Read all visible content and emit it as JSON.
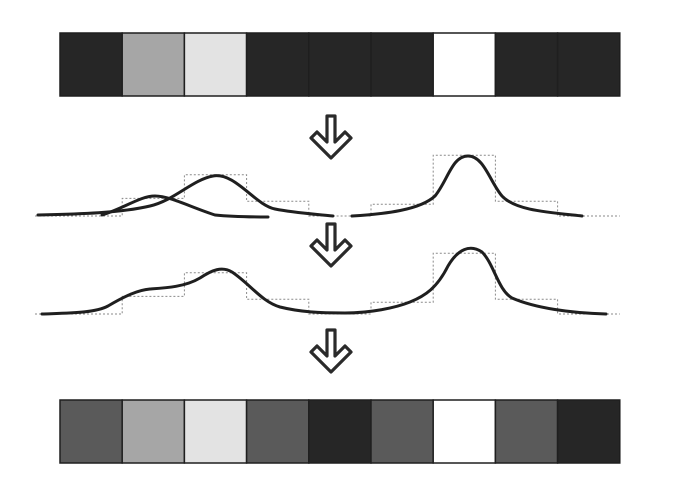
{
  "colors": {
    "background": "#ffffff",
    "stroke": "#1f1f1f",
    "dotted_outline": "#8a8a8a",
    "arrow": "#2a2a2a"
  },
  "top_strip": {
    "cells": [
      "#262626",
      "#a6a6a6",
      "#e3e3e3",
      "#262626",
      "#262626",
      "#262626",
      "#ffffff",
      "#262626",
      "#262626"
    ]
  },
  "bottom_strip": {
    "cells": [
      "#5a5a5a",
      "#a6a6a6",
      "#e3e3e3",
      "#5a5a5a",
      "#262626",
      "#5a5a5a",
      "#ffffff",
      "#5a5a5a",
      "#262626"
    ]
  },
  "arrows": [
    {
      "icon": "down-arrow-icon"
    },
    {
      "icon": "down-arrow-icon"
    },
    {
      "icon": "down-arrow-icon"
    }
  ],
  "step_profile": {
    "levels": [
      0,
      0.18,
      0.42,
      0.15,
      0,
      0.12,
      0.62,
      0.15,
      0
    ],
    "baseline": 0
  },
  "curves": {
    "separate": [
      "left-small-bump",
      "left-large-bump",
      "right-peak"
    ],
    "merged": [
      "combined-smooth-curve"
    ]
  }
}
